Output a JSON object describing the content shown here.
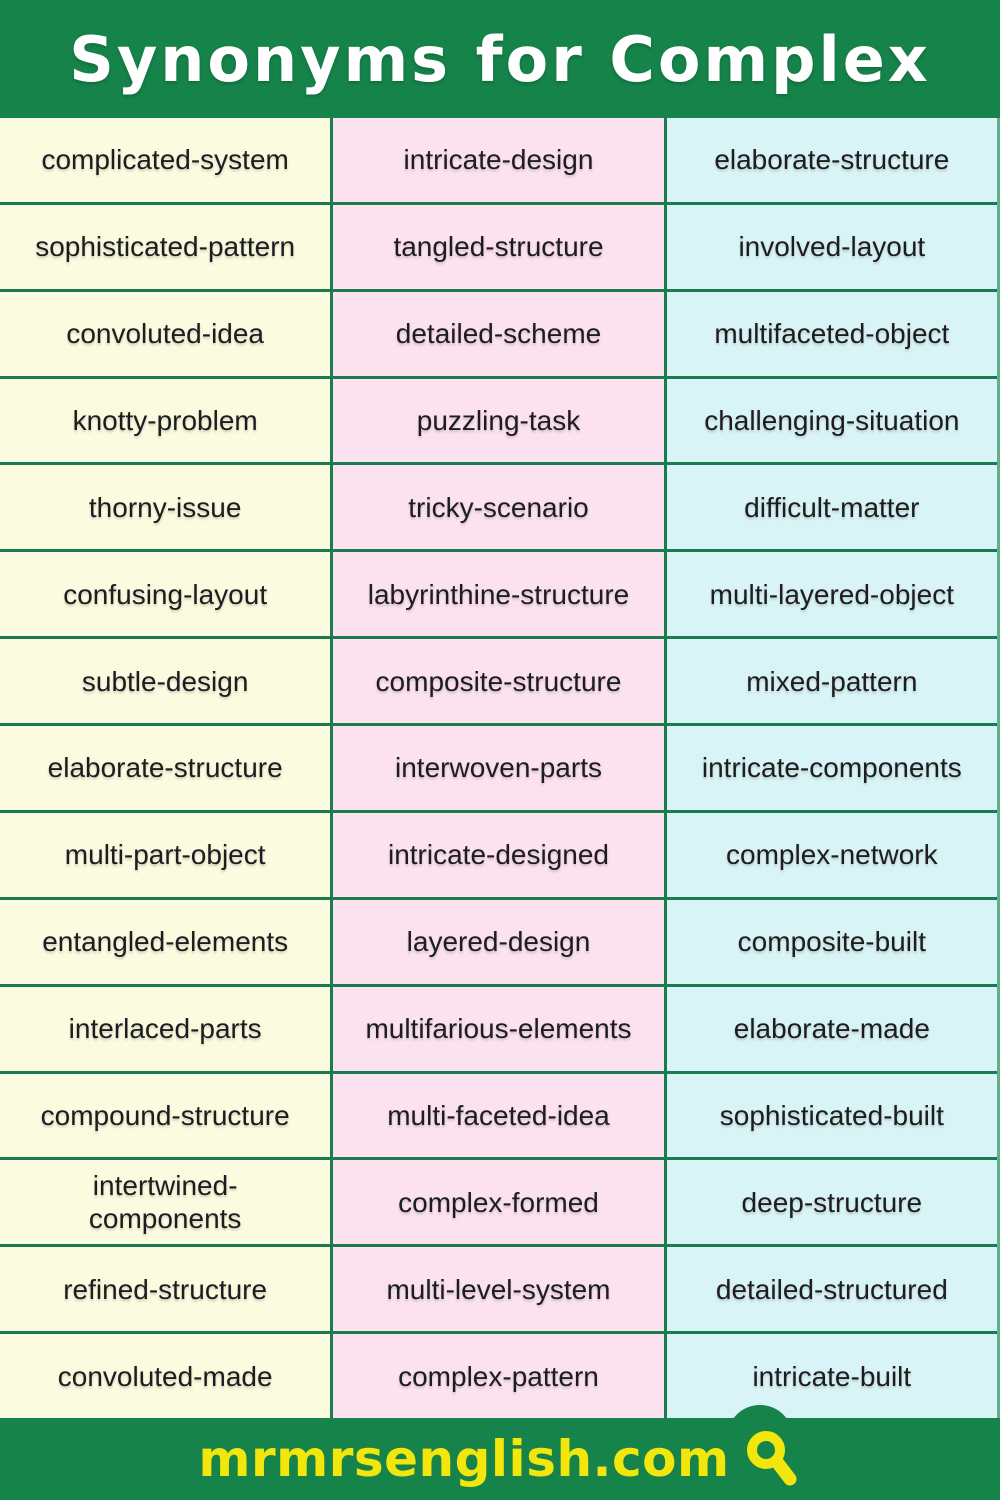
{
  "header": {
    "title": "Synonyms for Complex"
  },
  "table": {
    "rows": [
      [
        "complicated-system",
        "intricate-design",
        "elaborate-structure"
      ],
      [
        "sophisticated-pattern",
        "tangled-structure",
        "involved-layout"
      ],
      [
        "convoluted-idea",
        "detailed-scheme",
        "multifaceted-object"
      ],
      [
        "knotty-problem",
        "puzzling-task",
        "challenging-situation"
      ],
      [
        "thorny-issue",
        "tricky-scenario",
        "difficult-matter"
      ],
      [
        "confusing-layout",
        "labyrinthine-structure",
        "multi-layered-object"
      ],
      [
        "subtle-design",
        "composite-structure",
        "mixed-pattern"
      ],
      [
        "elaborate-structure",
        "interwoven-parts",
        "intricate-components"
      ],
      [
        "multi-part-object",
        "intricate-designed",
        "complex-network"
      ],
      [
        "entangled-elements",
        "layered-design",
        "composite-built"
      ],
      [
        "interlaced-parts",
        "multifarious-elements",
        "elaborate-made"
      ],
      [
        "compound-structure",
        "multi-faceted-idea",
        "sophisticated-built"
      ],
      [
        "intertwined-components",
        "complex-formed",
        "deep-structure"
      ],
      [
        "refined-structure",
        "multi-level-system",
        "detailed-structured"
      ],
      [
        "convoluted-made",
        "complex-pattern",
        "intricate-built"
      ]
    ]
  },
  "footer": {
    "site": "mrmrsenglish.com",
    "icon": "search-icon"
  },
  "colors": {
    "header_green": "#15834a",
    "border_green": "#1a7b51",
    "col1_bg": "#fafbdf",
    "col2_bg": "#fce1ee",
    "col3_bg": "#d9f4f6",
    "footer_text": "#f2e60d",
    "cell_text": "#1d1d1f"
  }
}
